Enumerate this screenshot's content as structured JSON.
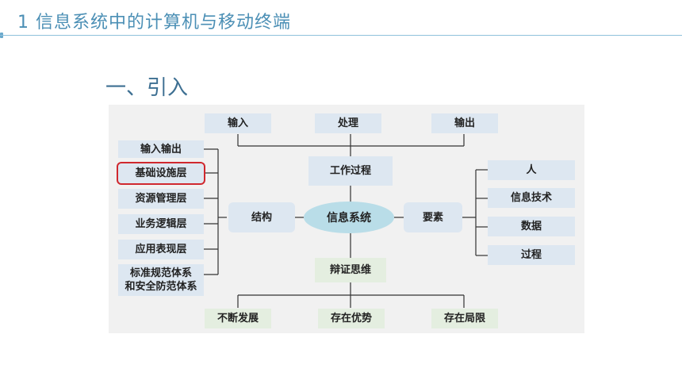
{
  "header": {
    "title": "1  信息系统中的计算机与移动终端"
  },
  "section": {
    "title": "一、引入"
  },
  "diagram": {
    "top_nodes": [
      "输入",
      "处理",
      "输出"
    ],
    "center": "信息系统",
    "upper_center": "工作过程",
    "lower_center": "辩证思维",
    "left_hub": "结构",
    "right_hub": "要素",
    "left_items": [
      "输入输出",
      "基础设施层",
      "资源管理层",
      "业务逻辑层",
      "应用表现层",
      "标准规范体系\n和安全防范体系"
    ],
    "right_items": [
      "人",
      "信息技术",
      "数据",
      "过程"
    ],
    "bottom_nodes": [
      "不断发展",
      "存在优势",
      "存在局限"
    ],
    "highlighted_item": "基础设施层",
    "colors": {
      "highlight": "#d0282e",
      "node": "#dde7f1",
      "center": "#b9dde8",
      "green": "#e4eee0"
    }
  }
}
